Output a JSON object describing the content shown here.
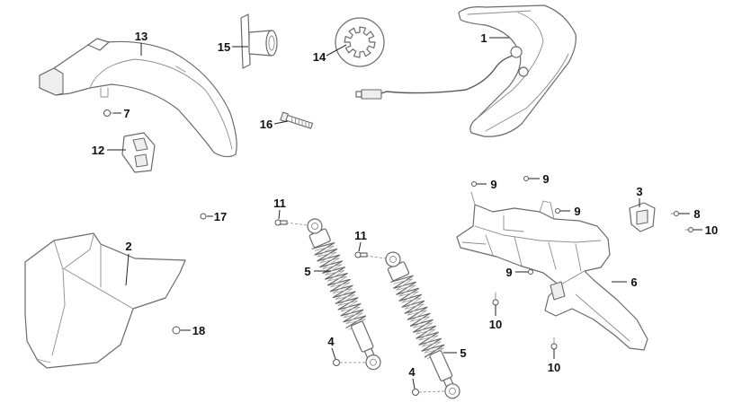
{
  "callouts": {
    "front_fender": "13",
    "fender_bracket": "15",
    "lock_washer": "14",
    "tail_light": "1",
    "fender_screw": "7",
    "long_bolt": "16",
    "clip_nut": "12",
    "small_ring": "17",
    "side_cover": "2",
    "shock_top_bolt_left": "11",
    "shock_top_bolt_right": "11",
    "shock_absorber_left": "5",
    "shock_absorber_right": "5",
    "shock_bottom_screw_left": "4",
    "shock_bottom_screw_right": "4",
    "cover_screw": "18",
    "screw_9_a": "9",
    "screw_9_b": "9",
    "screw_9_c": "9",
    "screw_9_d": "9",
    "plate_bracket": "3",
    "screw_8": "8",
    "bolt_10_right": "10",
    "rear_inner_fender": "6",
    "bolt_10_left": "10",
    "bolt_10_bottom": "10"
  },
  "colors": {
    "line": "#6b6b6b",
    "text": "#111111",
    "background": "#ffffff"
  }
}
